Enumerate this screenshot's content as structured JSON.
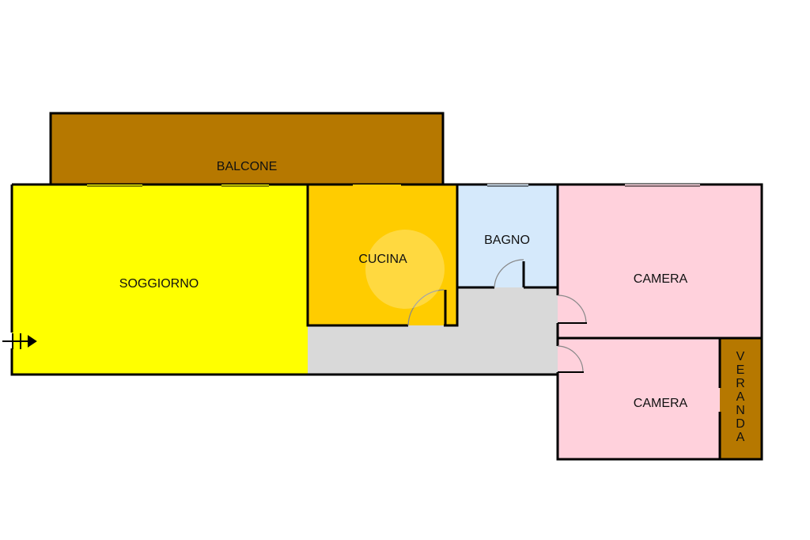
{
  "rooms": {
    "balcone": "BALCONE",
    "soggiorno": "SOGGIORNO",
    "cucina": "CUCINA",
    "bagno": "BAGNO",
    "camera1": "CAMERA",
    "camera2": "CAMERA",
    "veranda": [
      "V",
      "E",
      "R",
      "A",
      "N",
      "D",
      "A"
    ]
  },
  "colors": {
    "balcone": "#B67800",
    "soggiorno": "#FFFF00",
    "cucina": "#FFCC00",
    "bagno": "#D5E9FB",
    "camera": "#FFD1DC",
    "corridor": "#D9D9D9",
    "wall": "#000000"
  },
  "icons": {
    "entrance": "entrance-arrow-icon"
  }
}
